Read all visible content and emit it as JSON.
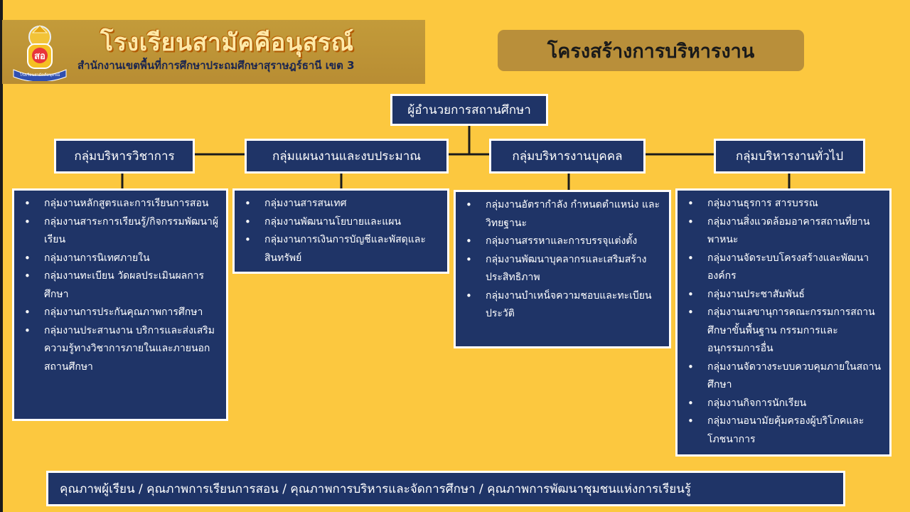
{
  "header": {
    "school_name": "โรงเรียนสามัคคีอนุสรณ์",
    "area_office": "สำนักงานเขตพื้นที่การศึกษาประถมศึกษาสุราษฎร์ธานี เขต 3",
    "logo": {
      "icon": "school-emblem-icon",
      "emblem_text": "สอ",
      "ribbon_text": "โรงเรียนสามัคคีอนุสรณ์"
    }
  },
  "title": "โครงสร้างการบริหารงาน",
  "director": "ผู้อำนวยการสถานศึกษา",
  "groups": [
    {
      "name": "กลุ่มบริหารวิชาการ",
      "items": [
        "กลุ่มงานหลักสูตรและการเรียนการสอน",
        "กลุ่มงานสาระการเรียนรู้/กิจกรรมพัฒนาผู้เรียน",
        "กลุ่มงานการนิเทศภายใน",
        "กลุ่มงานทะเบียน วัดผลประเมินผลการศึกษา",
        "กลุ่มงานการประกันคุณภาพการศึกษา",
        "กลุ่มงานประสานงาน บริการและส่งเสริมความรู้ทางวิชาการภายในและภายนอกสถานศึกษา"
      ]
    },
    {
      "name": "กลุ่มแผนงานและงบประมาณ",
      "items": [
        "กลุ่มงานสารสนเทศ",
        "กลุ่มงานพัฒนานโยบายและแผน",
        "กลุ่มงานการเงินการบัญชีและพัสดุและสินทรัพย์"
      ]
    },
    {
      "name": "กลุ่มบริหารงานบุคคล",
      "items": [
        "กลุ่มงานอัตรากำลัง กำหนดตำแหน่ง และวิทยฐานะ",
        "กลุ่มงานสรรหาและการบรรจุแต่งตั้ง",
        "กลุ่มงานพัฒนาบุคลากรและเสริมสร้างประสิทธิภาพ",
        "กลุ่มงานบำเหน็จความชอบและทะเบียนประวัติ"
      ]
    },
    {
      "name": "กลุ่มบริหารงานทั่วไป",
      "items": [
        "กลุ่มงานธุรการ สารบรรณ",
        "กลุ่มงานสิ่งแวดล้อมอาคารสถานที่ยานพาหนะ",
        "กลุ่มงานจัดระบบโครงสร้างและพัฒนาองค์กร",
        "กลุ่มงานประชาสัมพันธ์",
        "กลุ่มงานเลขานุการคณะกรรมการสถานศึกษาขั้นพื้นฐาน กรรมการและอนุกรรมการอื่น",
        "กลุ่มงานจัดวางระบบควบคุมภายในสถานศึกษา",
        "กลุ่มงานกิจการนักเรียน",
        "กลุ่มงานอนามัยคุ้มครองผู้บริโภคและโภชนาการ"
      ]
    }
  ],
  "footer": "คุณภาพผู้เรียน / คุณภาพการเรียนการสอน / คุณภาพการบริหารและจัดการศึกษา / คุณภาพการพัฒนาชุมชนแห่งการเรียนรู้",
  "colors": {
    "background": "#fcc83f",
    "box": "#1f3467",
    "header_band": "#b88d33",
    "title_pill": "#b98f3a",
    "connector": "#1b1b1b"
  }
}
